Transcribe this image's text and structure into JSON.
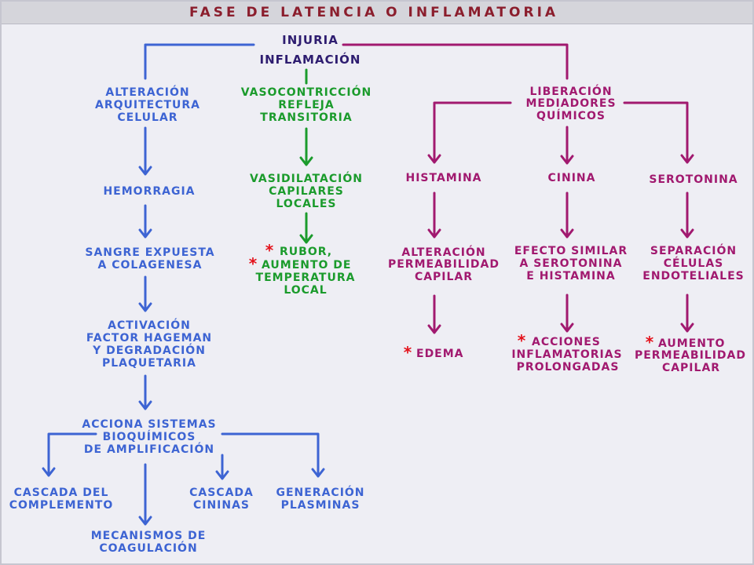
{
  "title": "FASE DE LATENCIA O INFLAMATORIA",
  "marker": "*",
  "colors": {
    "blue": "#3D64D3",
    "green": "#1B9B2C",
    "magenta": "#A1196F",
    "root": "#2E1D70",
    "asterisk": "#E4121B",
    "title": "#8B1E2D",
    "header_bg": "#D5D5DB",
    "header_rule": "#B9B9C4",
    "page_bg": "#EEEEF4",
    "frame": "#C6C6D0"
  },
  "root": {
    "injuria": "INJURIA",
    "inflamacion": "INFLAMACIÓN"
  },
  "left_branch": {
    "alteracion_arquitectura": [
      "ALTERACIÓN",
      "ARQUITECTURA",
      "CELULAR"
    ],
    "hemorragia": [
      "HEMORRAGIA"
    ],
    "sangre_expuesta": [
      "SANGRE EXPUESTA",
      "A COLAGENESA"
    ],
    "activacion_hageman": [
      "ACTIVACIÓN",
      "FACTOR HAGEMAN",
      "Y DEGRADACIÓN",
      "PLAQUETARIA"
    ],
    "acciona_sistemas": [
      "ACCIONA SISTEMAS",
      "BIOQUÍMICOS",
      "DE AMPLIFICACIÓN"
    ],
    "cascada_complemento": [
      "CASCADA DEL",
      "COMPLEMENTO"
    ],
    "cascada_cininas": [
      "CASCADA",
      "CININAS"
    ],
    "generacion_plasminas": [
      "GENERACIÓN",
      "PLASMINAS"
    ],
    "mecanismos_coagulacion": [
      "MECANISMOS DE",
      "COAGULACIÓN"
    ]
  },
  "center_branch": {
    "vasocontriccion": [
      "VASOCONTRICCIÓN",
      "REFLEJA",
      "TRANSITORIA"
    ],
    "vasidilatacion": [
      "VASIDILATACIÓN",
      "CAPILARES",
      "LOCALES"
    ],
    "signos": [
      "RUBOR,",
      "AUMENTO DE",
      "TEMPERATURA",
      "LOCAL"
    ]
  },
  "right_branch": {
    "liberacion_mediadores": [
      "LIBERACIÓN",
      "MEDIADORES",
      "QUÍMICOS"
    ],
    "histamina": [
      "HISTAMINA"
    ],
    "cinina": [
      "CININA"
    ],
    "serotonina": [
      "SEROTONINA"
    ],
    "alteracion_permeabilidad": [
      "ALTERACIÓN",
      "PERMEABILIDAD",
      "CAPILAR"
    ],
    "efecto_similar": [
      "EFECTO SIMILAR",
      "A SEROTONINA",
      "E HISTAMINA"
    ],
    "separacion_celulas": [
      "SEPARACIÓN",
      "CÉLULAS",
      "ENDOTELIALES"
    ],
    "edema": [
      "EDEMA"
    ],
    "acciones_inflamatorias": [
      "ACCIONES",
      "INFLAMATORIAS",
      "PROLONGADAS"
    ],
    "aumento_permeabilidad": [
      "AUMENTO",
      "PERMEABILIDAD",
      "CAPILAR"
    ]
  }
}
